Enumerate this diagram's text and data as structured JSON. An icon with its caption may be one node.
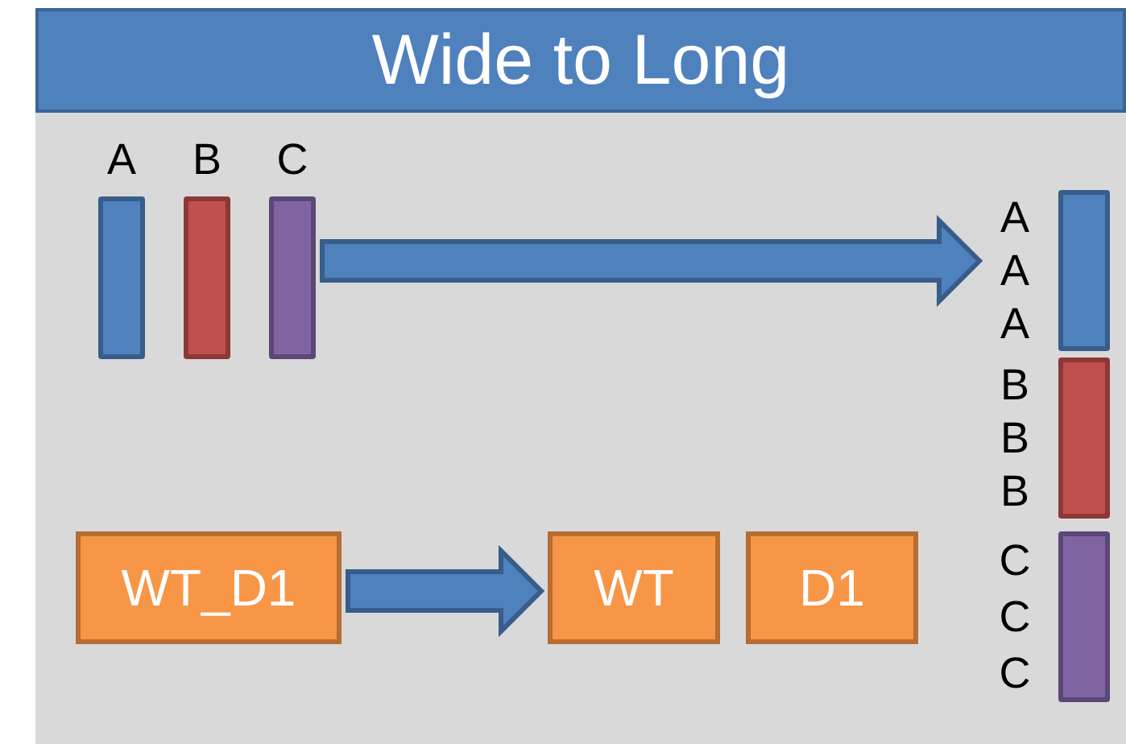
{
  "diagram": {
    "title": "Wide to Long",
    "nodes": [
      {
        "text": [
          "A"
        ]
      },
      {
        "text": [
          "B"
        ]
      },
      {
        "text": [
          "C"
        ]
      },
      {
        "text": [],
        "shape": "bar",
        "beside": [
          "A",
          "A",
          "A"
        ]
      },
      {
        "text": [],
        "shape": "bar",
        "beside": [
          "B",
          "B",
          "B"
        ]
      },
      {
        "text": [],
        "shape": "bar",
        "beside": [
          "C",
          "C",
          "C"
        ]
      },
      {
        "text": [
          "WT_D1"
        ]
      },
      {
        "text": [
          "WT"
        ]
      },
      {
        "text": [
          "D1"
        ]
      }
    ],
    "edges": [
      {
        "from": 2,
        "to": 3,
        "arrow": "to",
        "style": "thick"
      },
      {
        "from": 6,
        "to": 7,
        "arrow": "to",
        "style": "thick"
      }
    ]
  }
}
